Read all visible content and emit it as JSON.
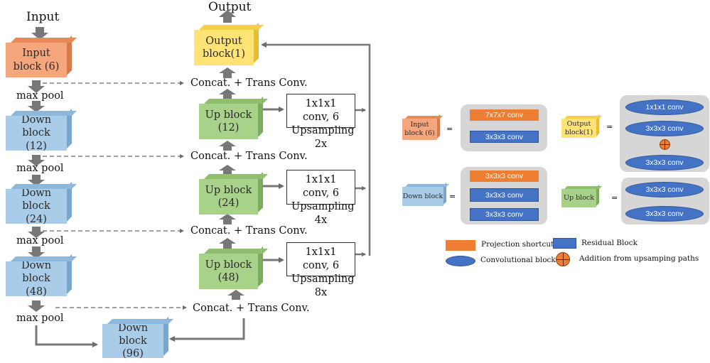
{
  "main": {
    "input_label": "Input",
    "output_label": "Output",
    "input_block": {
      "line1": "Input",
      "line2": "block (6)"
    },
    "output_block": {
      "line1": "Output",
      "line2": "block(1)"
    },
    "max_pool": "max pool",
    "down_blocks": [
      {
        "line1": "Down block",
        "line2": "(12)"
      },
      {
        "line1": "Down block",
        "line2": "(24)"
      },
      {
        "line1": "Down block",
        "line2": "(48)"
      },
      {
        "line1": "Down block",
        "line2": "(96)"
      }
    ],
    "up_blocks": [
      {
        "line1": "Up block",
        "line2": "(12)"
      },
      {
        "line1": "Up block",
        "line2": "(24)"
      },
      {
        "line1": "Up block",
        "line2": "(48)"
      }
    ],
    "concat": "Concat. + Trans Conv.",
    "side_boxes": [
      {
        "line1": "1x1x1 conv, 6",
        "line2": "Upsampling 2x"
      },
      {
        "line1": "1x1x1 conv, 6",
        "line2": "Upsampling 4x"
      },
      {
        "line1": "1x1x1 conv, 6",
        "line2": "Upsampling 8x"
      }
    ]
  },
  "detail": {
    "eq": "=",
    "input_block": {
      "line1": "Input",
      "line2": "block (6)"
    },
    "output_block": {
      "line1": "Output",
      "line2": "block(1)"
    },
    "down_block": "Down block",
    "up_block": "Up block",
    "conv_7": "7x7x7 conv",
    "conv_3": "3x3x3 conv",
    "conv_1": "1x1x1 conv"
  },
  "legend": {
    "projection": "Projection shortcuts",
    "residual": "Residual Block",
    "convolutional": "Convolutional blocks",
    "addition": "Addition from upsamping paths"
  },
  "colors": {
    "orange_block": "#f5a67c",
    "blue_block": "#a9cce8",
    "green_block": "#a8d18a",
    "yellow_block": "#ffe375",
    "projection": "#ee7f32",
    "residual": "#4472c4"
  }
}
